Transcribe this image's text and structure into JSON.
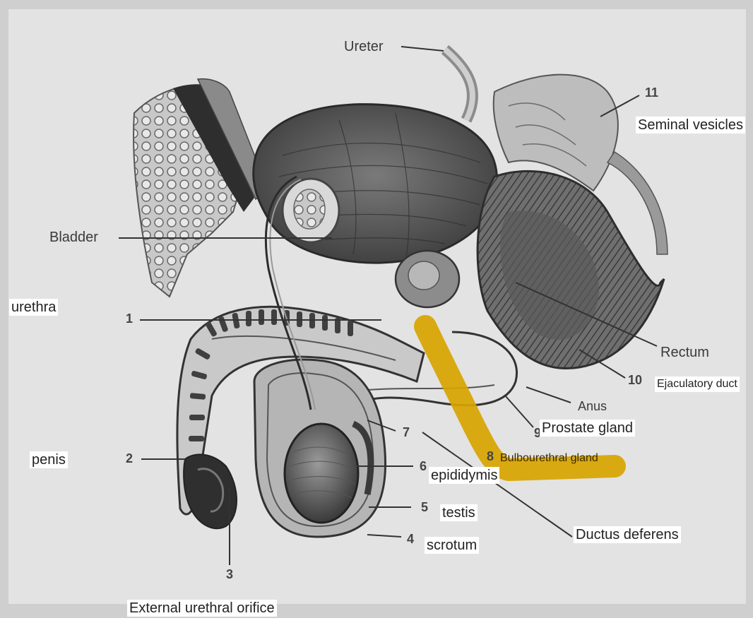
{
  "labels": {
    "seminal_vesicles": "Seminal vesicles",
    "urethra": "urethra",
    "penis": "penis",
    "ejaculatory_duct": "Ejaculatory duct",
    "prostate_gland": "Prostate gland",
    "bulbourethral_gland": "Bulbourethral gland",
    "epididymis": "epididymis",
    "testis": "testis",
    "ductus_deferens": "Ductus deferens",
    "scrotum": "scrotum",
    "external_urethral_orifice": "External urethral orifice"
  },
  "printed": {
    "ureter": "Ureter",
    "bladder": "Bladder",
    "rectum": "Rectum",
    "anus": "Anus",
    "n1": "1",
    "n2": "2",
    "n3": "3",
    "n4": "4",
    "n5": "5",
    "n6": "6",
    "n7": "7",
    "n8": "8",
    "n9": "9",
    "n10": "10",
    "n11": "11"
  },
  "colors": {
    "highlight": "#d8a400",
    "paper": "#e4e4e4",
    "tissue_dark": "#3c3c3c",
    "tissue_mid": "#8a8a8a"
  }
}
